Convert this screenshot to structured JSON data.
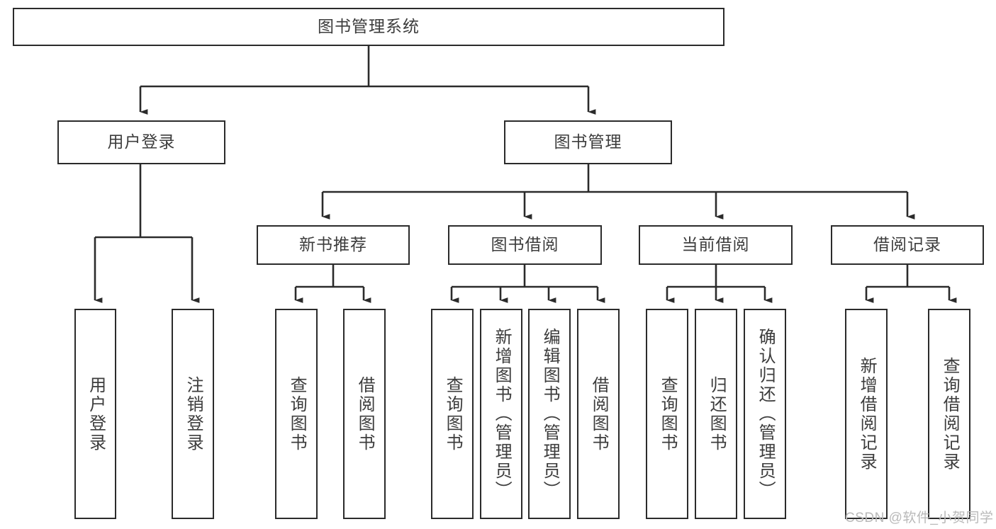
{
  "diagram": {
    "type": "tree-hierarchy-chart",
    "title": "图书管理系统",
    "orientation": "top-down",
    "colors": {
      "box_border": "#2b2b2b",
      "box_fill": "#ffffff",
      "text": "#3c3c3c",
      "connector": "#2b2b2b",
      "watermark": "#b9b9b9",
      "background": "#ffffff"
    }
  },
  "root": {
    "label": "图书管理系统"
  },
  "level2": [
    {
      "label": "用户登录"
    },
    {
      "label": "图书管理"
    }
  ],
  "level3": [
    {
      "label": "新书推荐"
    },
    {
      "label": "图书借阅"
    },
    {
      "label": "当前借阅"
    },
    {
      "label": "借阅记录"
    }
  ],
  "leaves": {
    "user_login": [
      {
        "label": "用户登录"
      },
      {
        "label": "注销登录"
      }
    ],
    "new_book_recommend": [
      {
        "label": "查询图书"
      },
      {
        "label": "借阅图书"
      }
    ],
    "book_borrow": [
      {
        "label": "查询图书"
      },
      {
        "label": "新增图书（管理员）"
      },
      {
        "label": "编辑图书（管理员）"
      },
      {
        "label": "借阅图书"
      }
    ],
    "current_borrow": [
      {
        "label": "查询图书"
      },
      {
        "label": "归还图书"
      },
      {
        "label": "确认归还（管理员）"
      }
    ],
    "borrow_record": [
      {
        "label": "新增借阅记录"
      },
      {
        "label": "查询借阅记录"
      }
    ]
  },
  "watermark": {
    "text": "CSDN @软件_小贺同学"
  }
}
